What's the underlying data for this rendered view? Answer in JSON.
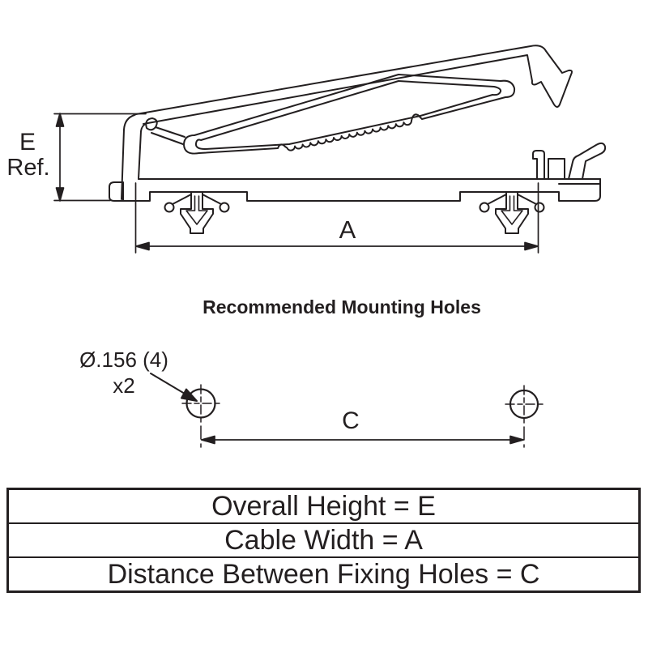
{
  "drawing": {
    "kind": "cable clamp side view technical drawing",
    "colors": {
      "ink": "#231f20",
      "background": "#ffffff"
    },
    "side_view": {
      "height_dim_label": "E",
      "height_dim_ref": "Ref.",
      "width_dim_label": "A"
    },
    "mounting": {
      "title": "Recommended Mounting Holes",
      "hole_note_line1": "Ø.156 (4)",
      "hole_note_line2": "x2",
      "hole_count": 2,
      "distance_dim_label": "C"
    },
    "table": {
      "rows": [
        "Overall Height = E",
        "Cable Width = A",
        "Distance Between Fixing Holes = C"
      ]
    }
  }
}
